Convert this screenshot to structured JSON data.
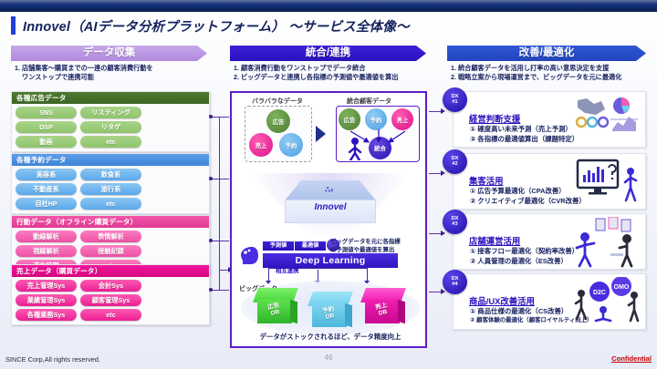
{
  "slide": {
    "title": "Innovel（AIデータ分析プラットフォーム） ～サービス全体像～",
    "page_number": "46"
  },
  "footer": {
    "copyright": "SINCE Corp,All rights reserved.",
    "confidential": "Confidential"
  },
  "columns": {
    "collect": {
      "banner": "データ収集",
      "bullets": [
        "1. 店舗集客～購買までの一連の顧客消費行動を",
        "ワンストップで連携可能"
      ]
    },
    "integrate": {
      "banner": "統合/連携",
      "bullets": [
        "1. 顧客消費行動をワンストップでデータ統合",
        "2. ビッグデータと連携し各指標の予測値や最適値を算出"
      ]
    },
    "improve": {
      "banner": "改善/最適化",
      "bullets": [
        "1. 統合顧客データを活用し打率の高い意思決定を支援",
        "2. 戦略立案から現場運営まで、ビッグデータを元に最適化"
      ]
    }
  },
  "data_blocks": [
    {
      "title": "各種広告データ",
      "items": [
        "SNS",
        "リスティング",
        "DSP",
        "リタゲ",
        "動画",
        "etc"
      ]
    },
    {
      "title": "各種予約データ",
      "items": [
        "美容系",
        "飲食系",
        "不動産系",
        "旅行系",
        "自社HP",
        "etc"
      ]
    },
    {
      "title": "行動データ（オフライン購買データ）",
      "items": [
        "動線解析",
        "表情解析",
        "視線解析",
        "接触記録",
        "滞在時間",
        "etc"
      ]
    },
    {
      "title": "売上データ（購買データ）",
      "items": [
        "売上管理Sys",
        "会計Sys",
        "業績管理Sys",
        "顧客管理Sys",
        "各種業務Sys",
        "etc"
      ]
    }
  ],
  "center": {
    "scattered_label": "バラバラなデータ",
    "integrated_label": "統合顧客データ",
    "scattered_bubbles": [
      "広告",
      "売上",
      "予約"
    ],
    "integrated_bubbles": [
      "広告",
      "予約",
      "売上"
    ],
    "union_bubble": "統合",
    "platform_name": "Innovel",
    "badges": [
      "予測値",
      "最適値"
    ],
    "bigdata_note": [
      "ビッグデータを元に各指標",
      "の予測値や最適値を算出"
    ],
    "deep_learning": "Deep Learning",
    "mutual_link": "相互連携",
    "bigdata_label": "ビッグデータ",
    "databases": [
      {
        "name": "広告",
        "suffix": "DB"
      },
      {
        "name": "予約",
        "suffix": "DB"
      },
      {
        "name": "売上",
        "suffix": "DB"
      }
    ],
    "stock_note": "データがストックされるほど、データ精度向上"
  },
  "dx_cards": [
    {
      "badge_label": "DX",
      "badge_num": "#1",
      "title": "経営判断支援",
      "items": [
        "① 確度高い未来予測（売上予測）",
        "② 各指標の最適値算出（課題特定）"
      ]
    },
    {
      "badge_label": "DX",
      "badge_num": "#2",
      "title": "集客活用",
      "items": [
        "① 広告予算最適化（CPA改善）",
        "② クリエイティブ最適化（CVR改善）"
      ]
    },
    {
      "badge_label": "DX",
      "badge_num": "#3",
      "title": "店舗運営活用",
      "items": [
        "① 接客フロー最適化（契約率改善）",
        "② 人員管理の最適化（ES改善）"
      ]
    },
    {
      "badge_label": "DX",
      "badge_num": "#4",
      "title": "商品/UX改善活用",
      "items": [
        "① 商品仕様の最適化（CS改善）",
        "② 顧客体験の最適化（顧客ロイヤルティ向上）"
      ]
    }
  ],
  "dx_art_labels": {
    "d2c": "D2C",
    "omo": "OMO"
  },
  "colors": {
    "title_bar": "#0f2d6b",
    "accent": "#1f3fd8",
    "collect_banner": "#b189df",
    "integrate_banner": "#2a12bd",
    "improve_banner": "#2344bd",
    "ad_green": "#4e7a2f",
    "reserve_blue": "#3f84d6",
    "behavior_pink": "#e03a92",
    "sales_magenta": "#d4097f",
    "confidential_red": "#c00000"
  }
}
